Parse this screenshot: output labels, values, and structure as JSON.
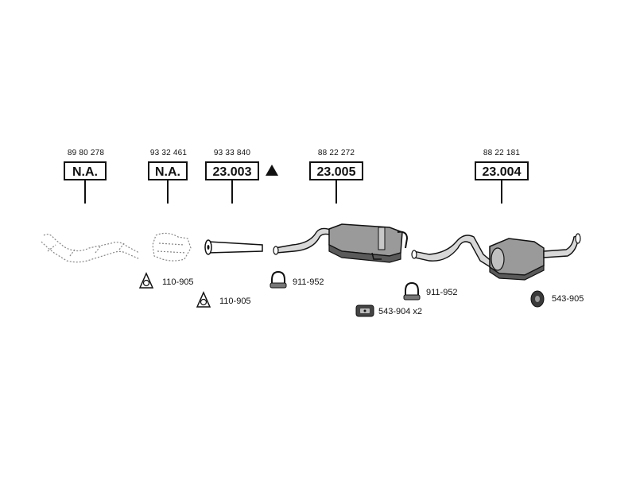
{
  "oe_numbers": [
    "89 80 278",
    "93 32 461",
    "93 33 840",
    "88 22 272",
    "88 22 181"
  ],
  "part_labels": [
    "N.A.",
    "N.A.",
    "23.003",
    "23.005",
    "23.004"
  ],
  "fittings": {
    "gasket_1": "110-905",
    "gasket_2": "110-905",
    "clamp_1": "911-952",
    "clamp_2": "911-952",
    "hanger_pair": "543-904 x2",
    "hanger_ring": "543-905"
  },
  "colors": {
    "ink": "#111111",
    "part_fill": "#9a9a9a",
    "part_shade": "#5a5a5a"
  }
}
